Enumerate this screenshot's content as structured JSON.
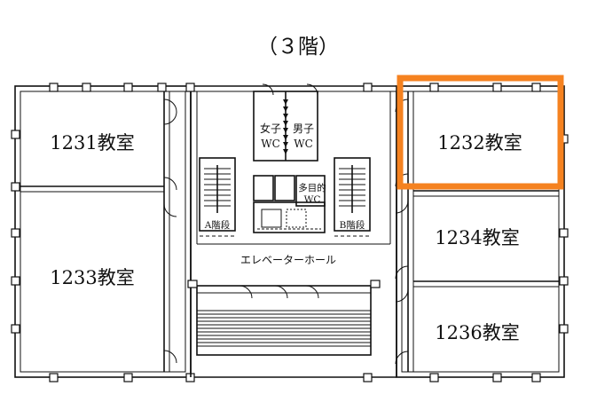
{
  "floor_title": "（３階）",
  "rooms": {
    "r1231": "1231教室",
    "r1232": "1232教室",
    "r1233": "1233教室",
    "r1234": "1234教室",
    "r1236": "1236教室"
  },
  "restrooms": {
    "women_line1": "女子",
    "women_line2": "WC",
    "men_line1": "男子",
    "men_line2": "WC",
    "multi_line1": "多目的",
    "multi_line2": "WC"
  },
  "stairs": {
    "a": "A階段",
    "b": "B階段"
  },
  "hall": "エレベーターホール",
  "highlight": {
    "color": "#f58220",
    "room": "1232教室"
  },
  "colors": {
    "line": "#111111",
    "background": "#ffffff"
  }
}
